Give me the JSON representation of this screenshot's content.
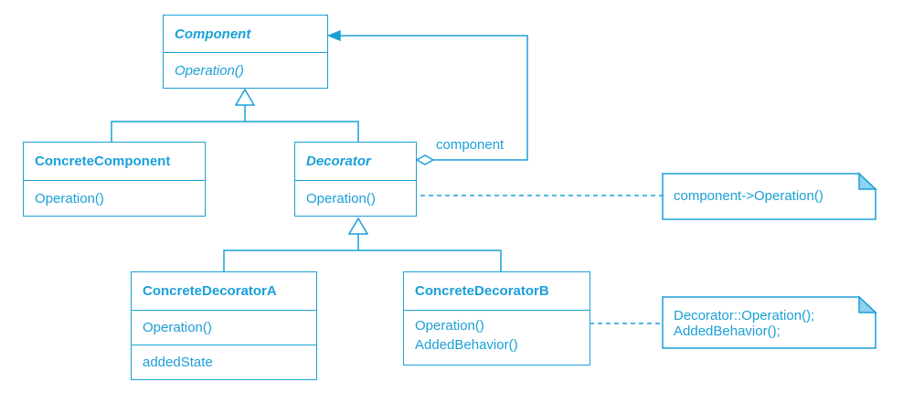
{
  "classes": {
    "component": {
      "name": "Component",
      "ops": [
        "Operation()"
      ]
    },
    "concrete_component": {
      "name": "ConcreteComponent",
      "ops": [
        "Operation()"
      ]
    },
    "decorator": {
      "name": "Decorator",
      "ops": [
        "Operation()"
      ]
    },
    "concrete_decorator_a": {
      "name": "ConcreteDecoratorA",
      "ops": [
        "Operation()"
      ],
      "attrs": [
        "addedState"
      ]
    },
    "concrete_decorator_b": {
      "name": "ConcreteDecoratorB",
      "ops": [
        "Operation()",
        "AddedBehavior()"
      ]
    }
  },
  "association": {
    "label": "component"
  },
  "notes": {
    "decorator_note": {
      "lines": [
        "component->Operation()"
      ]
    },
    "concrete_b_note": {
      "lines": [
        "Decorator::Operation();",
        "AddedBehavior();"
      ]
    }
  },
  "colors": {
    "line": "#1aa0d8",
    "background": "#ffffff"
  }
}
